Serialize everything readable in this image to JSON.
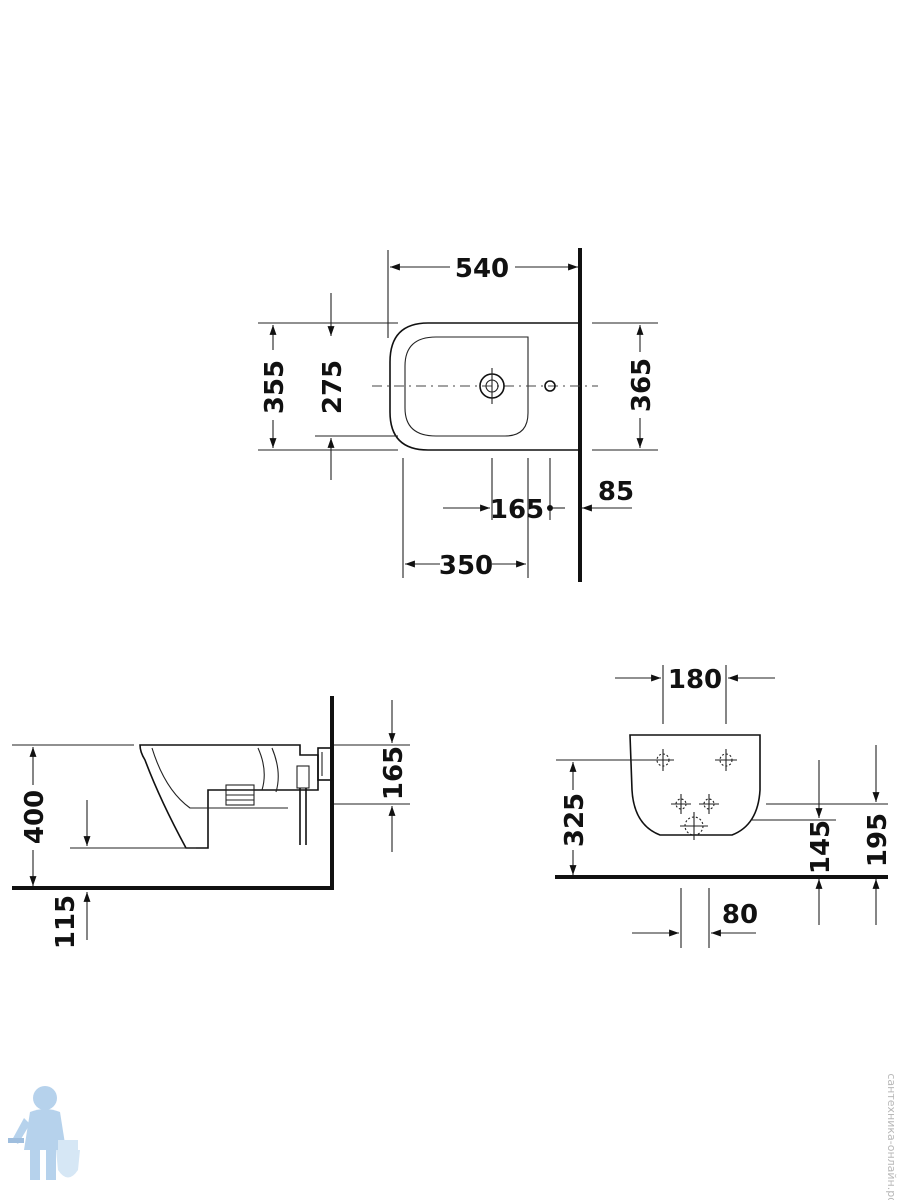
{
  "top_view": {
    "width_540": "540",
    "depth_355": "355",
    "depth_275": "275",
    "depth_365": "365",
    "offset_165": "165",
    "offset_85": "85",
    "offset_350": "350"
  },
  "side_view": {
    "height_400": "400",
    "fixing_165": "165",
    "floor_115": "115"
  },
  "front_view": {
    "spacing_180": "180",
    "height_325": "325",
    "height_145": "145",
    "height_195": "195",
    "drain_80": "80"
  },
  "watermark": {
    "text": "сантехника-онлайн.рф"
  },
  "colors": {
    "line": "#111111",
    "mascot": "#9ec3e6"
  }
}
